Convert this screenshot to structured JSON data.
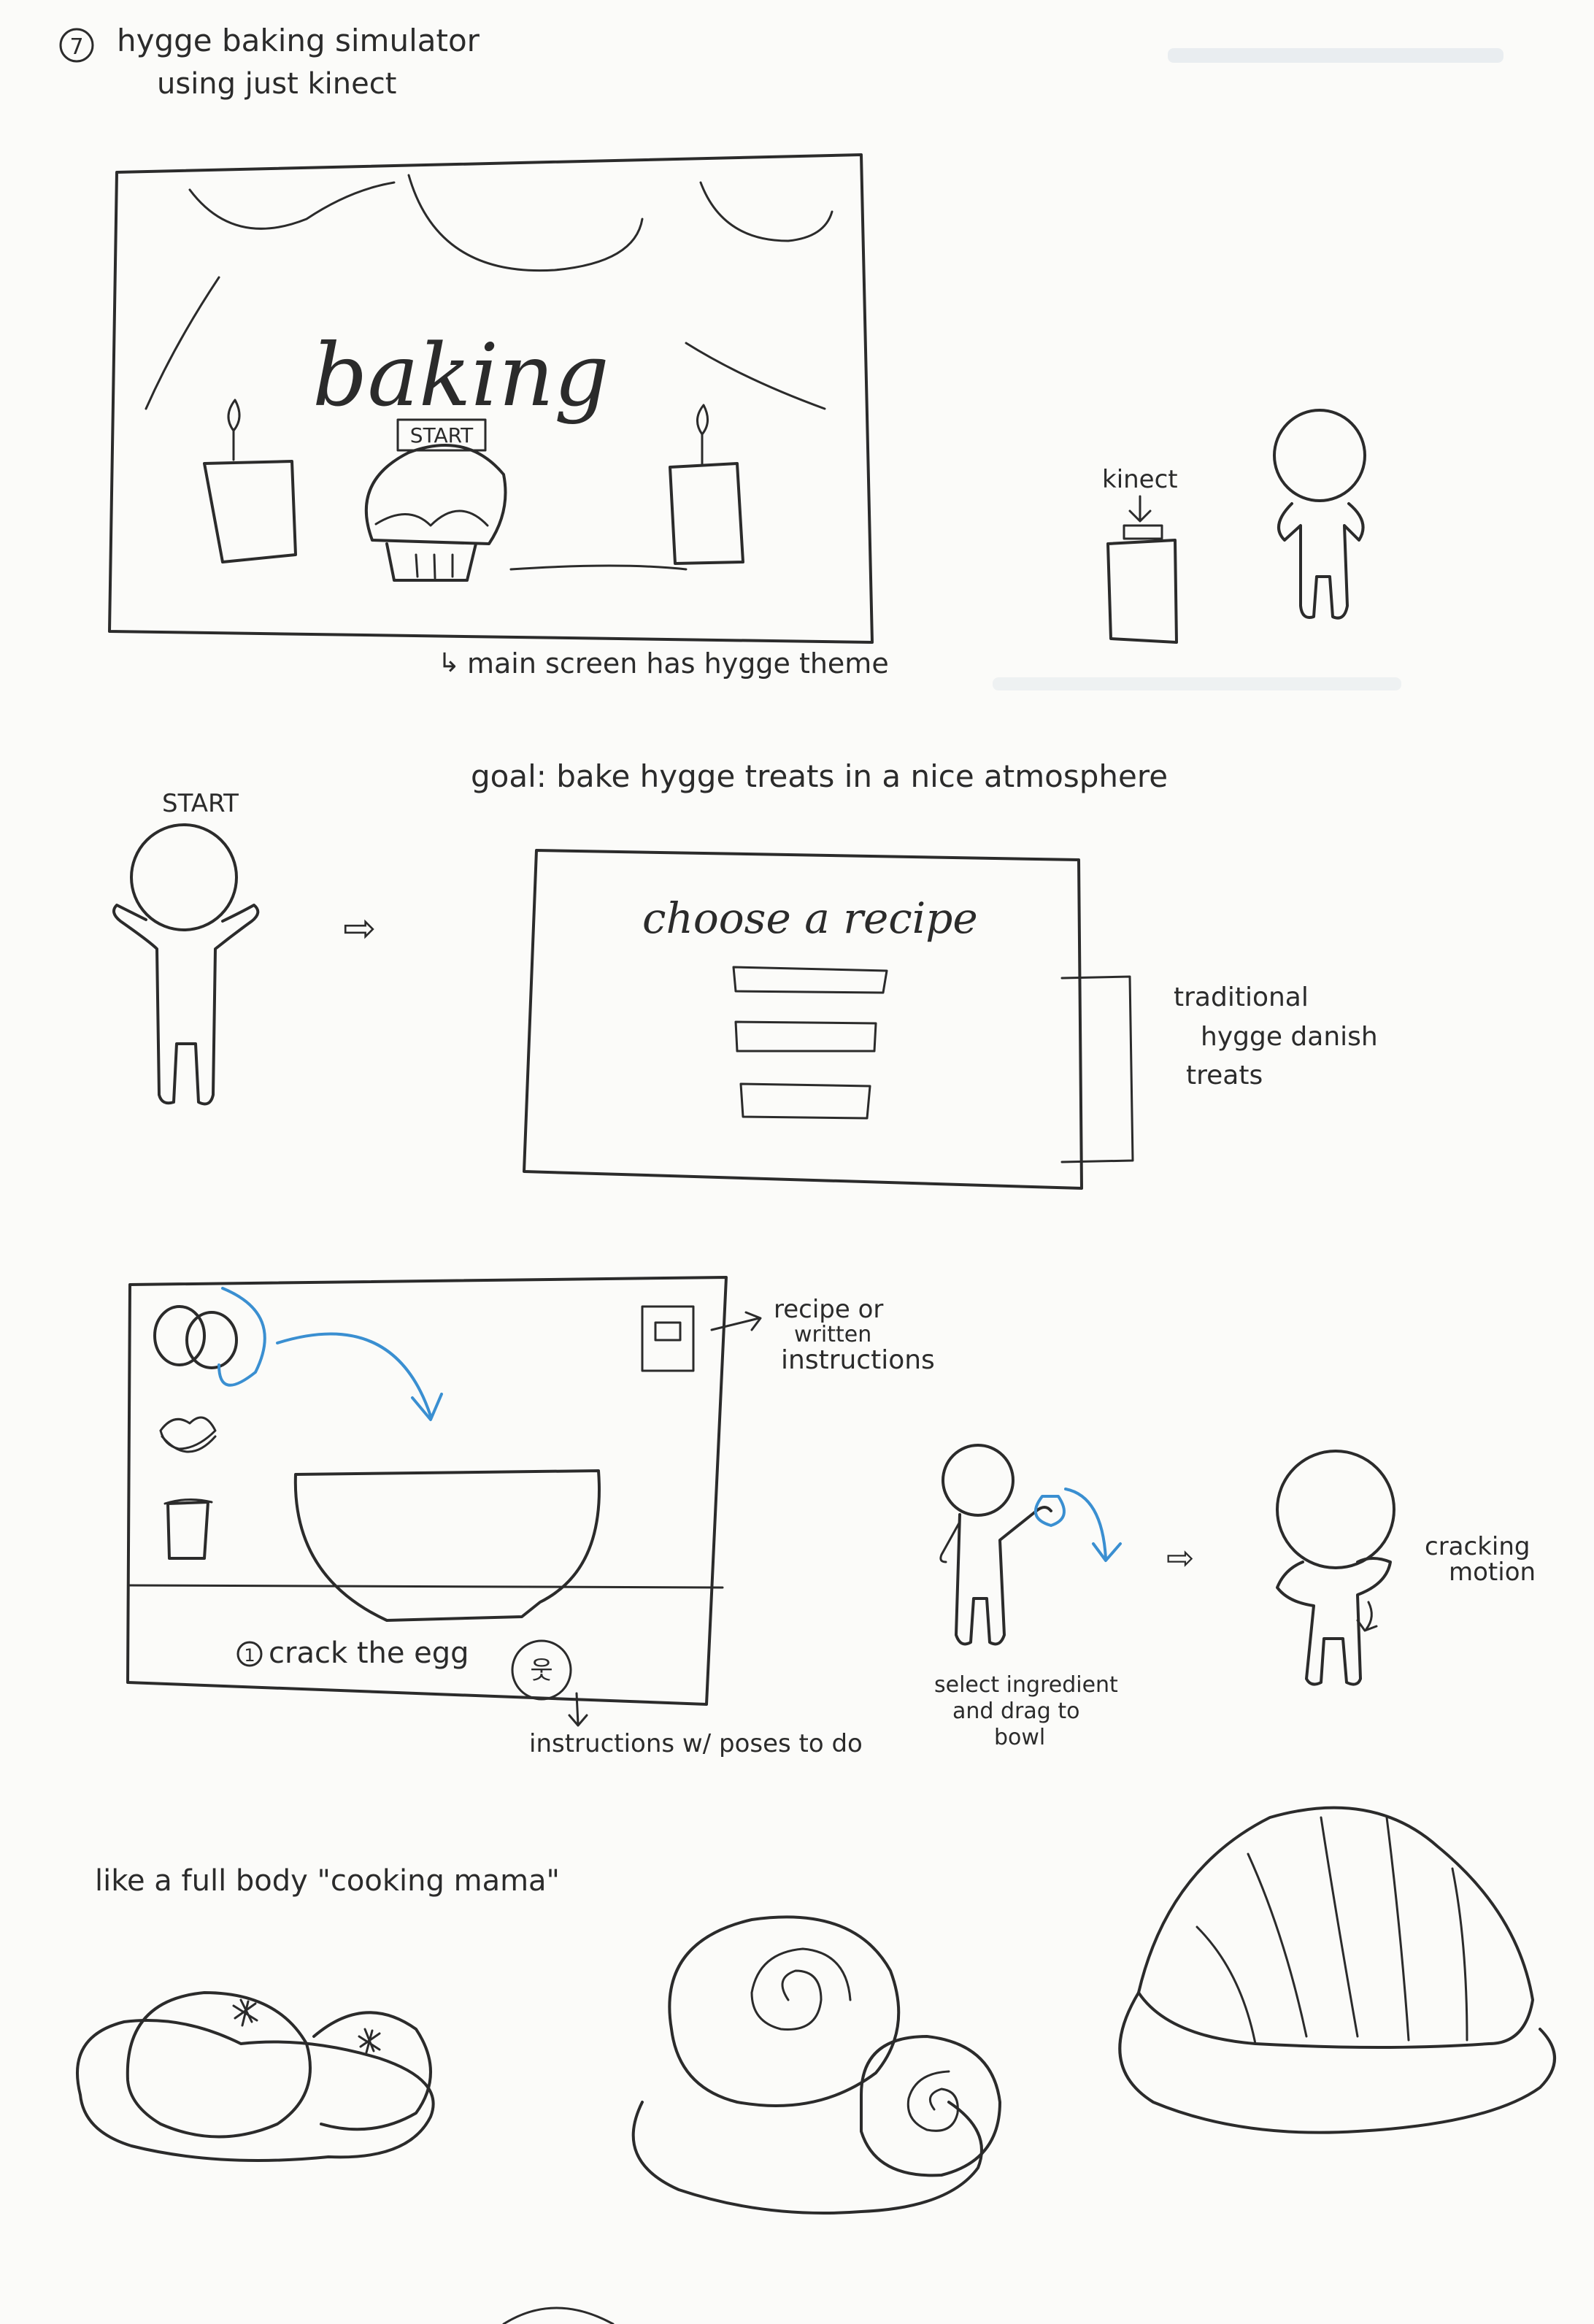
{
  "header": {
    "number": "7",
    "title": "hygge baking simulator",
    "subtitle": "using just kinect"
  },
  "main_screen": {
    "title": "baking",
    "start_button": "START",
    "caption": "main screen has hygge theme",
    "kinect_label": "kinect"
  },
  "goal": {
    "text": "goal: bake hygge treats in a nice atmosphere",
    "start_label": "START"
  },
  "recipe_screen": {
    "title": "choose a recipe",
    "annotation_line1": "traditional",
    "annotation_line2": "hygge danish",
    "annotation_line3": "treats"
  },
  "game_screen": {
    "step_number": "1",
    "step_text": "crack the egg",
    "recipe_note_line1": "recipe or",
    "recipe_note_line2": "written",
    "recipe_note_line3": "instructions",
    "poses_note": "instructions w/ poses to do",
    "select_line1": "select ingredient",
    "select_line2": "and drag to",
    "select_line3": "bowl",
    "cracking_line1": "cracking",
    "cracking_line2": "motion"
  },
  "footer": {
    "comparison": "like a full body \"cooking mama\""
  }
}
